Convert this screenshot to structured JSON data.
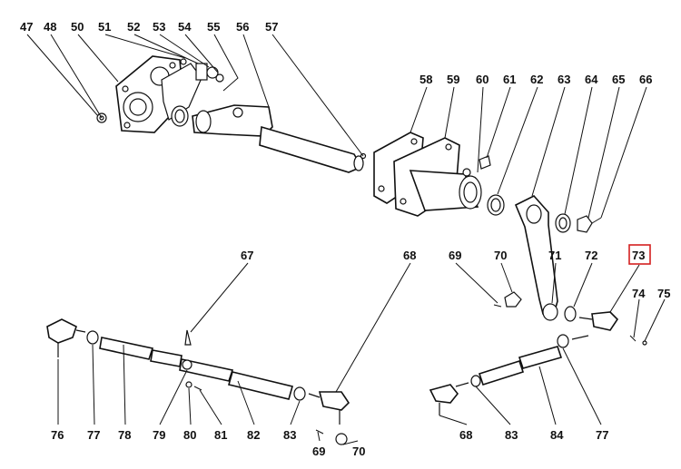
{
  "callouts": {
    "c47": "47",
    "c48": "48",
    "c50": "50",
    "c51": "51",
    "c52": "52",
    "c53": "53",
    "c54": "54",
    "c55": "55",
    "c56": "56",
    "c57": "57",
    "c58": "58",
    "c59": "59",
    "c60": "60",
    "c61": "61",
    "c62": "62",
    "c63": "63",
    "c64": "64",
    "c65": "65",
    "c66": "66",
    "c67": "67",
    "c68a": "68",
    "c69a": "69",
    "c70a": "70",
    "c71": "71",
    "c72": "72",
    "c73": "73",
    "c74": "74",
    "c75": "75",
    "c76": "76",
    "c77a": "77",
    "c78": "78",
    "c79": "79",
    "c80": "80",
    "c81": "81",
    "c82": "82",
    "c83a": "83",
    "c69b": "69",
    "c70b": "70",
    "c68b": "68",
    "c83b": "83",
    "c84": "84",
    "c77b": "77"
  },
  "highlight": {
    "part": "73",
    "color": "#d42020"
  }
}
